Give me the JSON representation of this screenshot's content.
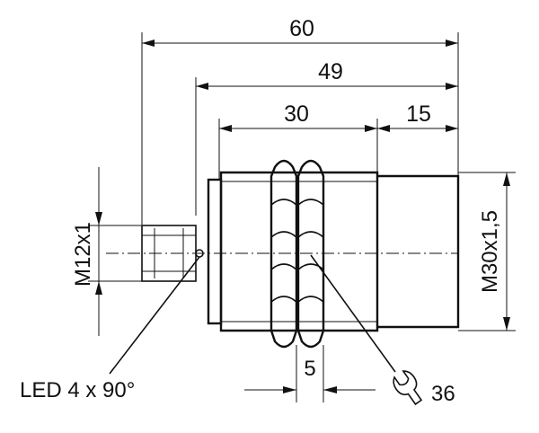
{
  "dimensions": {
    "overall_length": "60",
    "body_length": "49",
    "thread_length": "30",
    "front_length": "15",
    "nut_thickness": "5",
    "wrench_size": "36",
    "connector_thread": "M12x1",
    "housing_thread": "M30x1,5"
  },
  "annotations": {
    "led": "LED 4 x 90°"
  },
  "icons": {
    "wrench": "wrench-icon"
  }
}
